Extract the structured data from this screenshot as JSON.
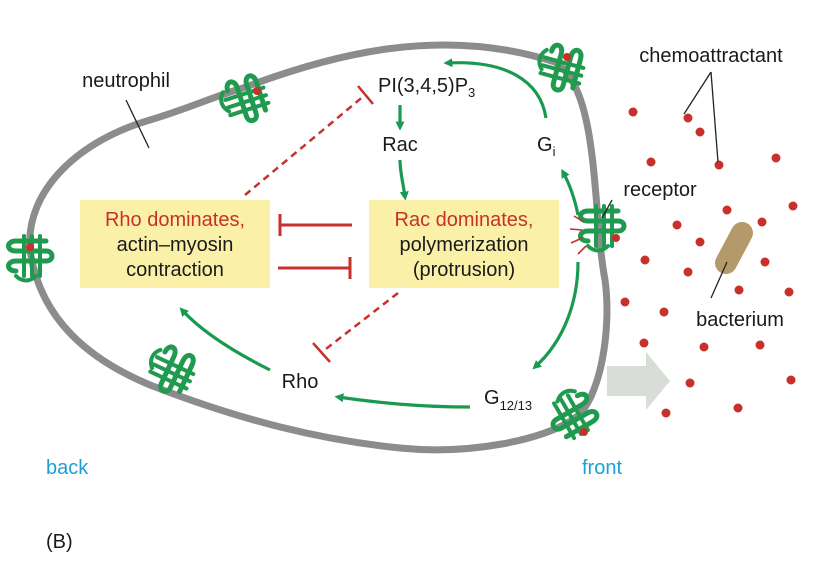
{
  "labels": {
    "neutrophil": "neutrophil",
    "chemoattractant": "chemoattractant",
    "receptor": "receptor",
    "bacterium": "bacterium",
    "back": "back",
    "front": "front",
    "panel": "(B)",
    "pip3_base": "PI(3,4,5)P",
    "pip3_sub": "3",
    "rac": "Rac",
    "gi_base": "G",
    "gi_sub": "i",
    "rho": "Rho",
    "g1213_base": "G",
    "g1213_sub": "12/13"
  },
  "boxes": {
    "left": {
      "title": "Rho dominates,",
      "line2": "actin–myosin",
      "line3": "contraction"
    },
    "right": {
      "title": "Rac dominates,",
      "line2": "polymerization",
      "line3": "(protrusion)"
    }
  },
  "colors": {
    "membrane": "#8c8c8c",
    "receptor": "#1f9a4f",
    "arrow_green": "#1a9a50",
    "inhibit_red": "#c8312b",
    "box_fill": "#fbf0a8",
    "dot_red": "#c8312b",
    "bacterium": "#b49a6a",
    "move_arrow": "#d9ddd8",
    "text_blue": "#1b9fd6"
  },
  "icons": [
    "gpcr-receptor-icon",
    "bacterium-icon",
    "movement-arrow-icon"
  ]
}
